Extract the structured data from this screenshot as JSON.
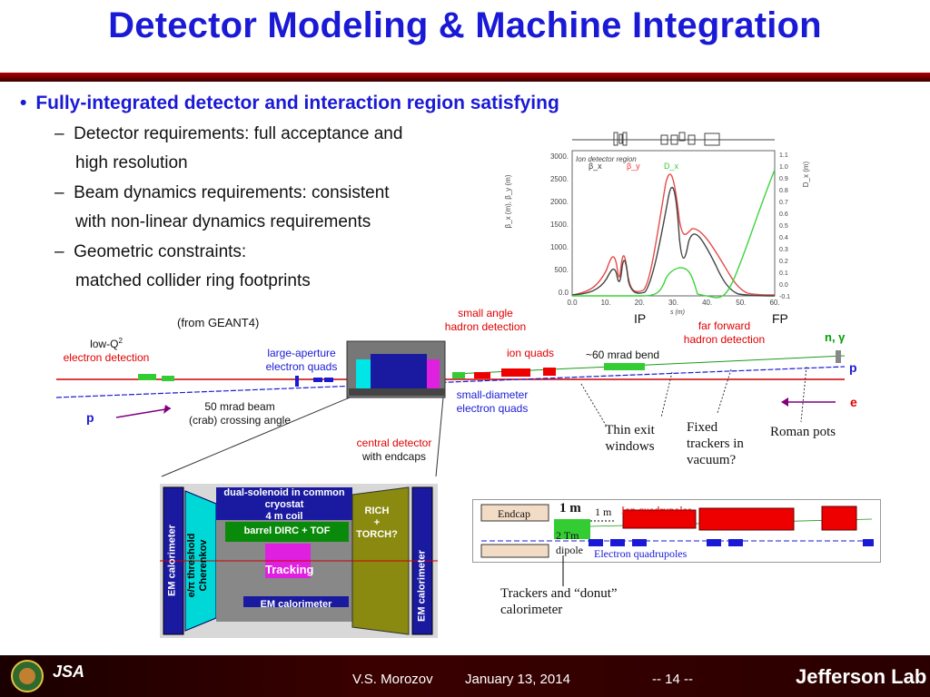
{
  "title": "Detector Modeling & Machine Integration",
  "bullets": {
    "main": "Fully-integrated detector and interaction region satisfying",
    "sub1_line1": "Detector requirements: full acceptance and",
    "sub1_line2": "high resolution",
    "sub2_line1": "Beam dynamics requirements: consistent",
    "sub2_line2": "with non-linear dynamics requirements",
    "sub3_line1": "Geometric constraints:",
    "sub3_line2": "matched collider ring footprints",
    "dash": "–"
  },
  "plot": {
    "header": "Ion detector region",
    "yleft_label": "β_x (m), β_y (m)",
    "yright_label": "D_x (m)",
    "xlabel": "s (m)",
    "legend_bx": "β_x",
    "legend_by": "β_y",
    "legend_dx": "D_x",
    "yticks_left": [
      "3000.",
      "2500.",
      "2000.",
      "1500.",
      "1000.",
      "500.",
      "0.0"
    ],
    "yticks_right": [
      "1.1",
      "1.0",
      "0.9",
      "0.8",
      "0.7",
      "0.6",
      "0.5",
      "0.4",
      "0.3",
      "0.2",
      "0.1",
      "0.0",
      "-0.1"
    ],
    "xticks": [
      "0.0",
      "10.",
      "20.",
      "30.",
      "40.",
      "50.",
      "60."
    ]
  },
  "layout": {
    "from_geant": "(from GEANT4)",
    "small_angle": "small angle",
    "hadron_detection": "hadron detection",
    "ip": "IP",
    "fp": "FP",
    "far_forward": "far forward",
    "far_forward_hadron": "hadron detection",
    "n_gamma": "n, γ",
    "low_q": "low-Q",
    "low_q_sup": "2",
    "electron_detection": "electron detection",
    "large_aperture": "large-aperture",
    "electron_quads": "electron quads",
    "ion_quads": "ion quads",
    "mrad_bend": "~60 mrad bend",
    "p_right": "p",
    "e_right": "e",
    "small_diameter": "small-diameter",
    "electron_quads2": "electron quads",
    "mrad_beam": "50 mrad beam",
    "crab": "(crab) crossing angle",
    "p_left": "p",
    "thin_exit1": "Thin exit",
    "thin_exit2": "windows",
    "fixed1": "Fixed",
    "fixed2": "trackers in",
    "fixed3": "vacuum?",
    "roman_pots": "Roman pots",
    "central_detector": "central detector",
    "with_endcaps": "with endcaps"
  },
  "detector": {
    "cryostat1": "dual-solenoid in common cryostat",
    "cryostat2": "4 m coil",
    "rich1": "RICH",
    "rich2": "+",
    "rich3": "TORCH?",
    "em_left": "EM calorimeter",
    "threshold1": "e/π threshold",
    "threshold2": "Cherenkov",
    "barrel": "barrel DIRC + TOF",
    "tracking": "Tracking",
    "em_bottom": "EM calorimeter",
    "em_right": "EM calorimeter"
  },
  "inset": {
    "endcap": "Endcap",
    "one_m_a": "1 m",
    "one_m_b": "1 m",
    "ion_quadrupoles": "Ion quadrupoles",
    "two_tm": "2 Tm",
    "dipole": "dipole",
    "electron_quadrupoles": "Electron quadrupoles",
    "trackers1": "Trackers and “donut”",
    "trackers2": "calorimeter"
  },
  "footer": {
    "author": "V.S. Morozov",
    "date": "January 13, 2014",
    "page": "-- 14 --",
    "logo_left": "JSA",
    "logo_right": "Jefferson Lab"
  }
}
